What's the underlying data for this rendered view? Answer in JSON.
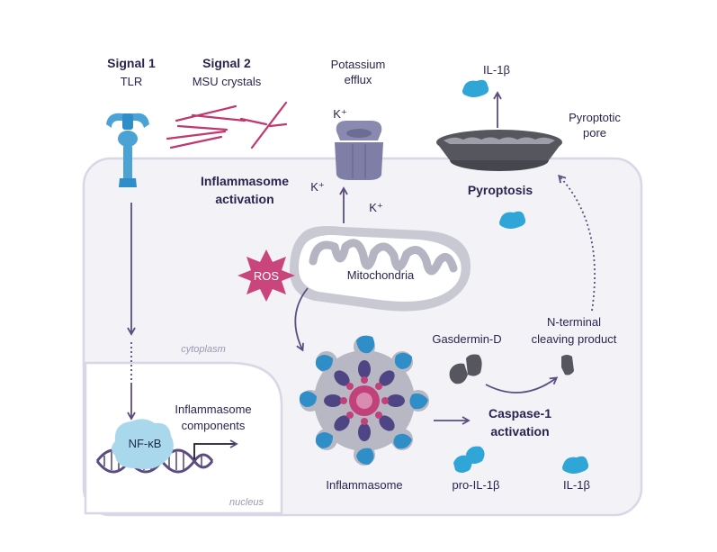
{
  "labels": {
    "signal1_title": "Signal 1",
    "signal1_sub": "TLR",
    "signal2_title": "Signal 2",
    "signal2_sub": "MSU crystals",
    "potassium_line1": "Potassium",
    "potassium_line2": "efflux",
    "il1b_top": "IL-1β",
    "pore_line1": "Pyroptotic",
    "pore_line2": "pore",
    "k_plus": "K⁺",
    "inflammasome_act_line1": "Inflammasome",
    "inflammasome_act_line2": "activation",
    "pyroptosis": "Pyroptosis",
    "ros": "ROS",
    "mitochondria": "Mitochondria",
    "n_terminal_line1": "N-terminal",
    "n_terminal_line2": "cleaving product",
    "gasdermin": "Gasdermin-D",
    "cytoplasm": "cytoplasm",
    "nucleus": "nucleus",
    "components_line1": "Inflammasome",
    "components_line2": "components",
    "nfkb": "NF-κB",
    "caspase_line1": "Caspase-1",
    "caspase_line2": "activation",
    "inflammasome": "Inflammasome",
    "pro_il1b": "pro-IL-1β",
    "il1b_bottom": "IL-1β"
  },
  "colors": {
    "cell_border": "#d9d6e6",
    "cell_fill": "#f3f2f6",
    "arrow": "#5b4d80",
    "tlr": "#4aa3d4",
    "crystal": "#c1376f",
    "channel": "#7f7ea6",
    "mito_outer": "#c9c9d4",
    "ros": "#c9457b",
    "inflammasome_gray": "#b8b8c4",
    "inflammasome_blue": "#2f8ec8",
    "inflammasome_purple": "#4f4585",
    "inflammasome_pink": "#c2417b",
    "gasdermin": "#55565e",
    "il1b": "#2fa5d8",
    "dna": "#5b4d80",
    "nfkb": "#a9d8ec",
    "pore": "#55565e"
  }
}
